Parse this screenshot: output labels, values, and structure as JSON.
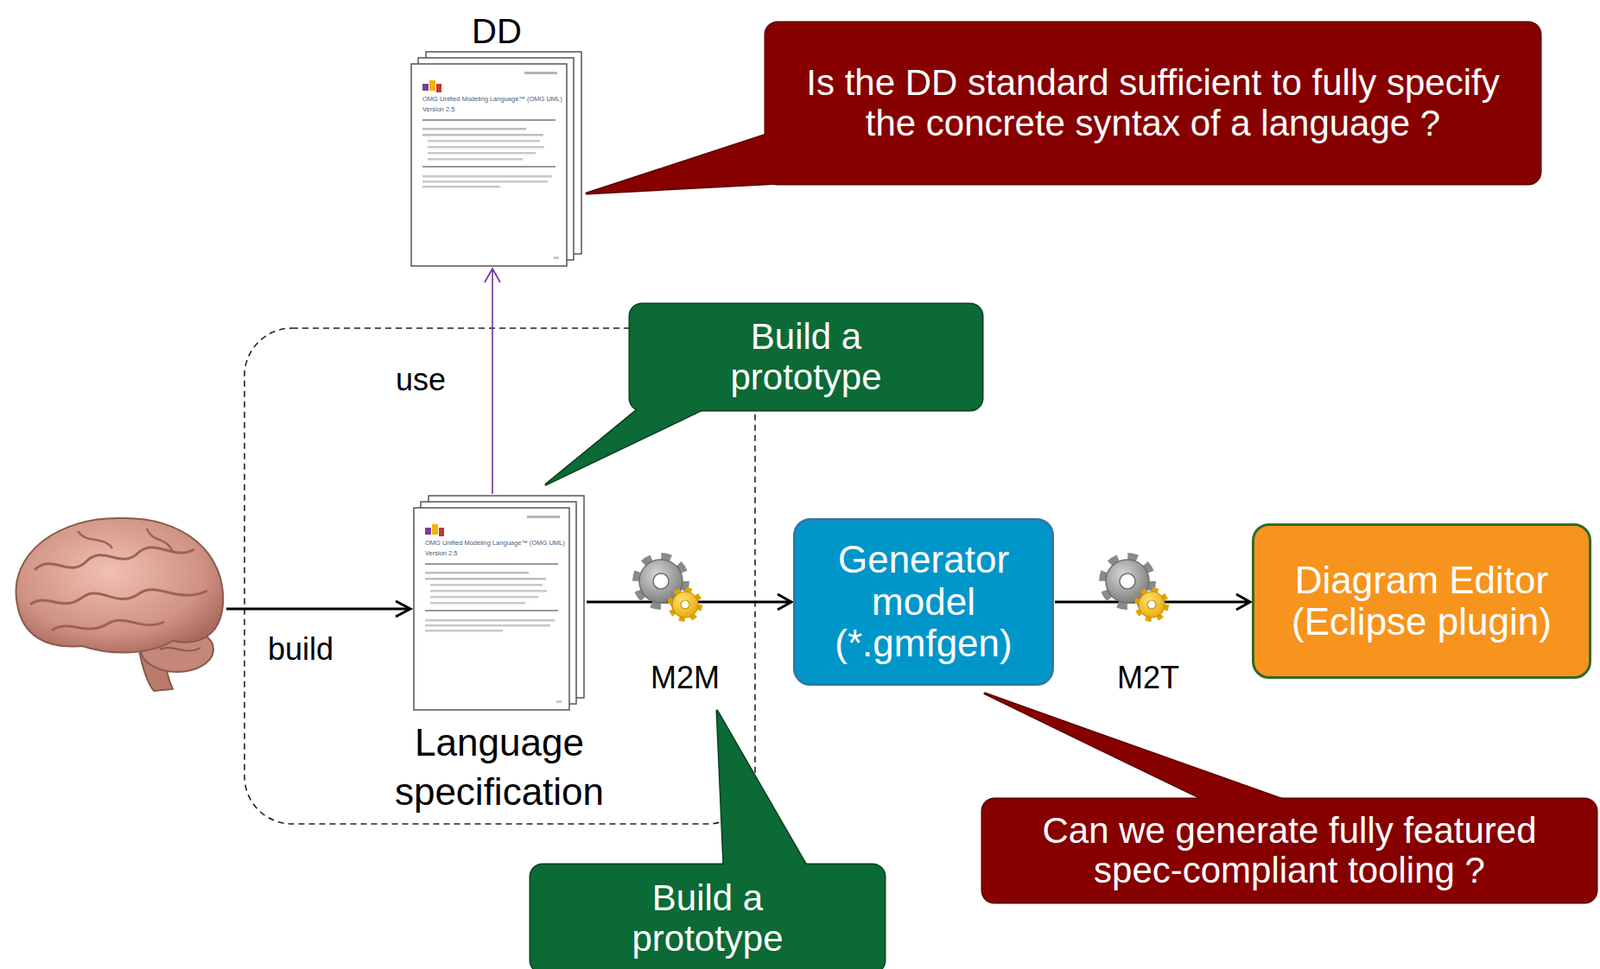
{
  "diagram": {
    "nodes": [
      {
        "text": [
          "DD"
        ]
      },
      {
        "text": [
          "Is the DD standard sufficient to fully specify the concrete syntax of a language ?"
        ]
      },
      {
        "text": [
          "Build a prototype"
        ]
      },
      {
        "text": [
          "Language specification"
        ]
      },
      {
        "text": [
          "Generator model (*.gmfgen)"
        ]
      },
      {
        "text": [
          "Diagram Editor (Eclipse plugin)"
        ]
      },
      {
        "text": [
          "Can we generate fully featured spec-compliant tooling ?"
        ]
      },
      {
        "text": [
          "Build a prototype"
        ]
      }
    ],
    "edges": [
      {
        "from": 3,
        "to": 0,
        "label": "use",
        "arrow": "to"
      },
      {
        "from": 3,
        "to": 4,
        "label": "M2M",
        "arrow": "to"
      },
      {
        "from": 4,
        "to": 5,
        "label": "M2T",
        "arrow": "to"
      }
    ],
    "labels": [
      "build",
      "OMG Unified Modeling Language™ (OMG UML)",
      "Version 2.5",
      "OMG Unified Modeling Language™ (OMG UML)",
      "Version 2.5"
    ]
  }
}
